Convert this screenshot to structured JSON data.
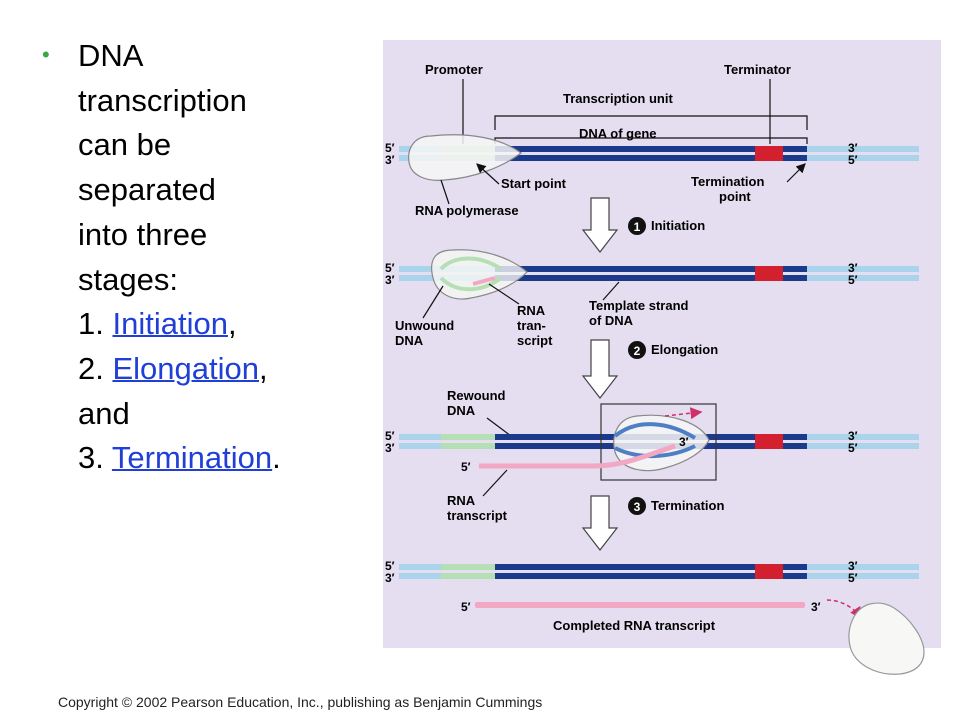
{
  "slide": {
    "bullet": "•",
    "line1": "DNA",
    "line2": "transcription",
    "line3": "can be",
    "line4": "separated",
    "line5": "into three",
    "line6": "stages:",
    "item1_num": "1. ",
    "item1_link": "Initiation",
    "item1_tail": ",",
    "item2_num": "2. ",
    "item2_link": "Elongation",
    "item2_tail": ",",
    "line_and": "and",
    "item3_num": "3. ",
    "item3_link": "Termination",
    "item3_tail": "."
  },
  "diagram": {
    "promoter": "Promoter",
    "terminator": "Terminator",
    "transcription_unit": "Transcription unit",
    "dna_of_gene": "DNA of gene",
    "start_point": "Start point",
    "termination_point_1": "Termination",
    "termination_point_2": "point",
    "rna_polymerase": "RNA polymerase",
    "step1_num": "1",
    "step1_label": "Initiation",
    "unwound_1": "Unwound",
    "unwound_2": "DNA",
    "rna_trans_1": "RNA",
    "rna_trans_2": "tran-",
    "rna_trans_3": "script",
    "template_1": "Template strand",
    "template_2": "of DNA",
    "step2_num": "2",
    "step2_label": "Elongation",
    "rewound_1": "Rewound",
    "rewound_2": "DNA",
    "step3_num": "3",
    "step3_label": "Termination",
    "rna_transcript_1": "RNA",
    "rna_transcript_2": "transcript",
    "completed": "Completed RNA transcript",
    "five_prime": "5′",
    "three_prime": "3′",
    "colors": {
      "dark_strand": "#1b3a8c",
      "light_strand": "#a9d4ec",
      "promoter": "#b7dfb6",
      "terminator": "#d2202f",
      "rna": "#f2a7c3",
      "panel": "#e4def0"
    }
  },
  "footer": "Copyright © 2002 Pearson Education, Inc., publishing as Benjamin Cummings"
}
